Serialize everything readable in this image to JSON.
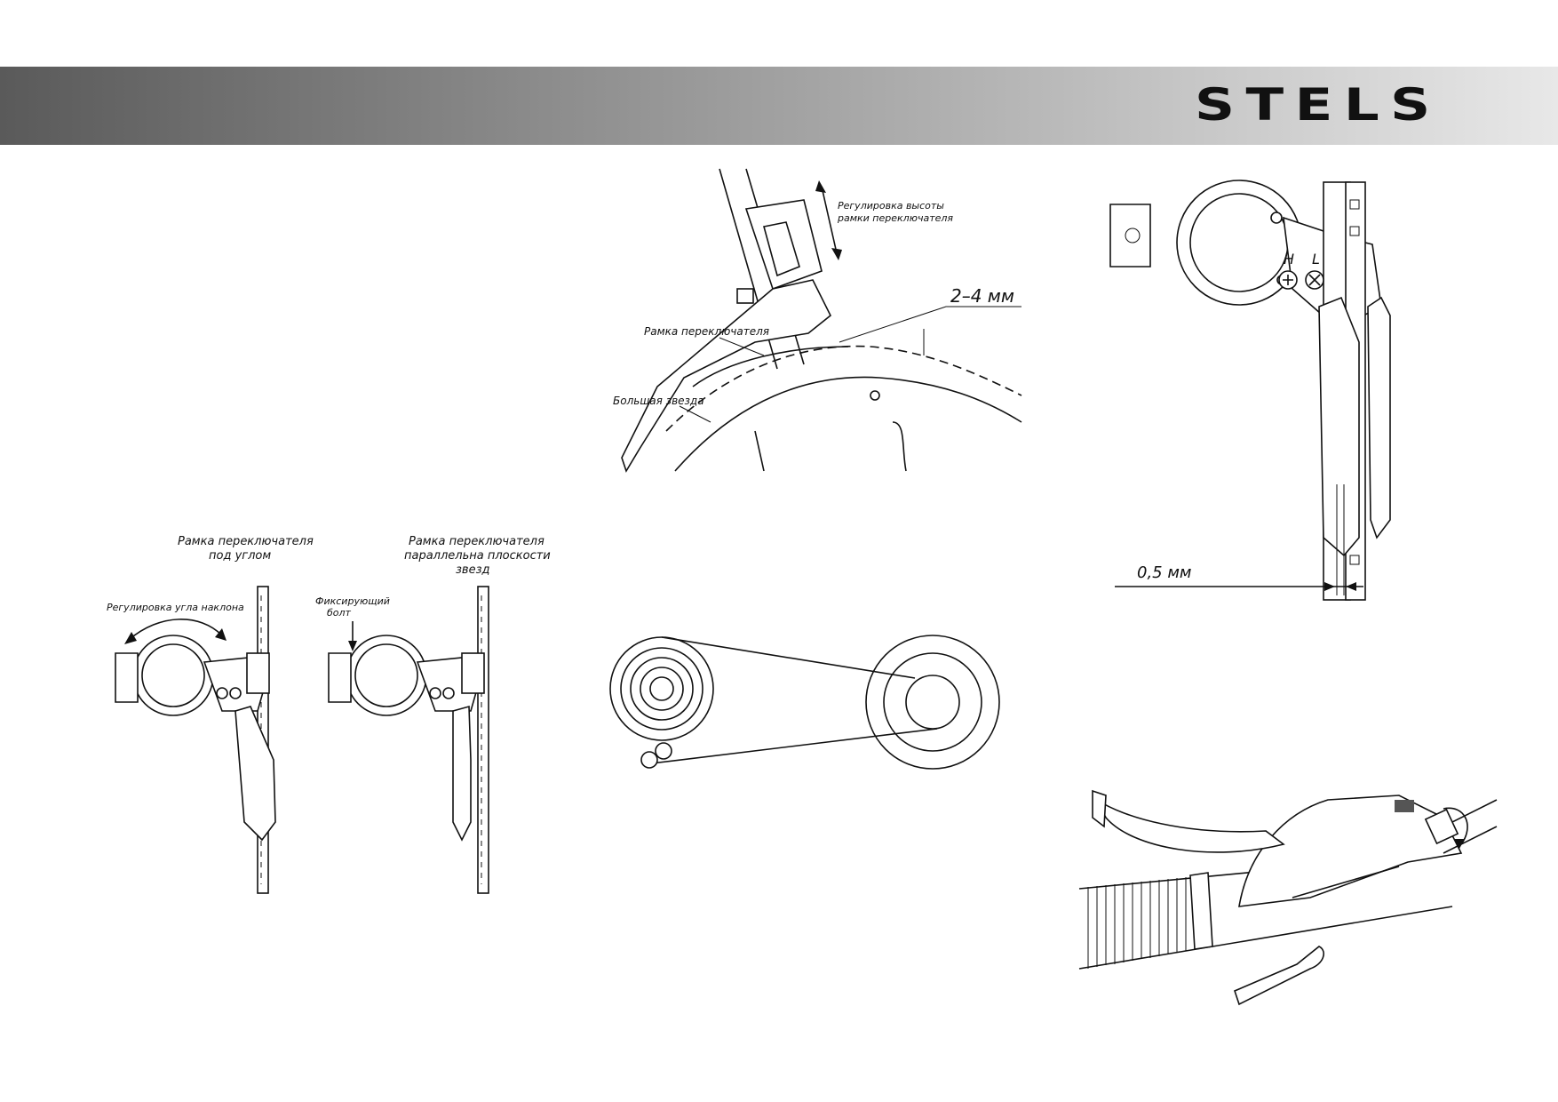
{
  "header": {
    "logo_text": "STELS",
    "banner_start_color": "#5a5a5a",
    "banner_end_color": "#e8e8e8"
  },
  "figure_left": {
    "caption_angled_line1": "Рамка переключателя",
    "caption_angled_line2": "под углом",
    "caption_parallel_line1": "Рамка переключателя",
    "caption_parallel_line2": "параллельна плоскости",
    "caption_parallel_line3": "звезд",
    "label_angle_adjust": "Регулировка угла наклона",
    "label_fixing_bolt_line1": "Фиксирующий",
    "label_fixing_bolt_line2": "болт"
  },
  "figure_top_center": {
    "label_height_adjust_line1": "Регулировка высоты",
    "label_height_adjust_line2": "рамки переключателя",
    "label_gap": "2–4 мм",
    "label_cage": "Рамка переключателя",
    "label_big_chainring": "Большая звезда"
  },
  "figure_top_right": {
    "label_high": "H",
    "label_low": "L",
    "label_gap": "0,5 мм"
  },
  "figure_chain_line": {},
  "figure_shifter": {}
}
